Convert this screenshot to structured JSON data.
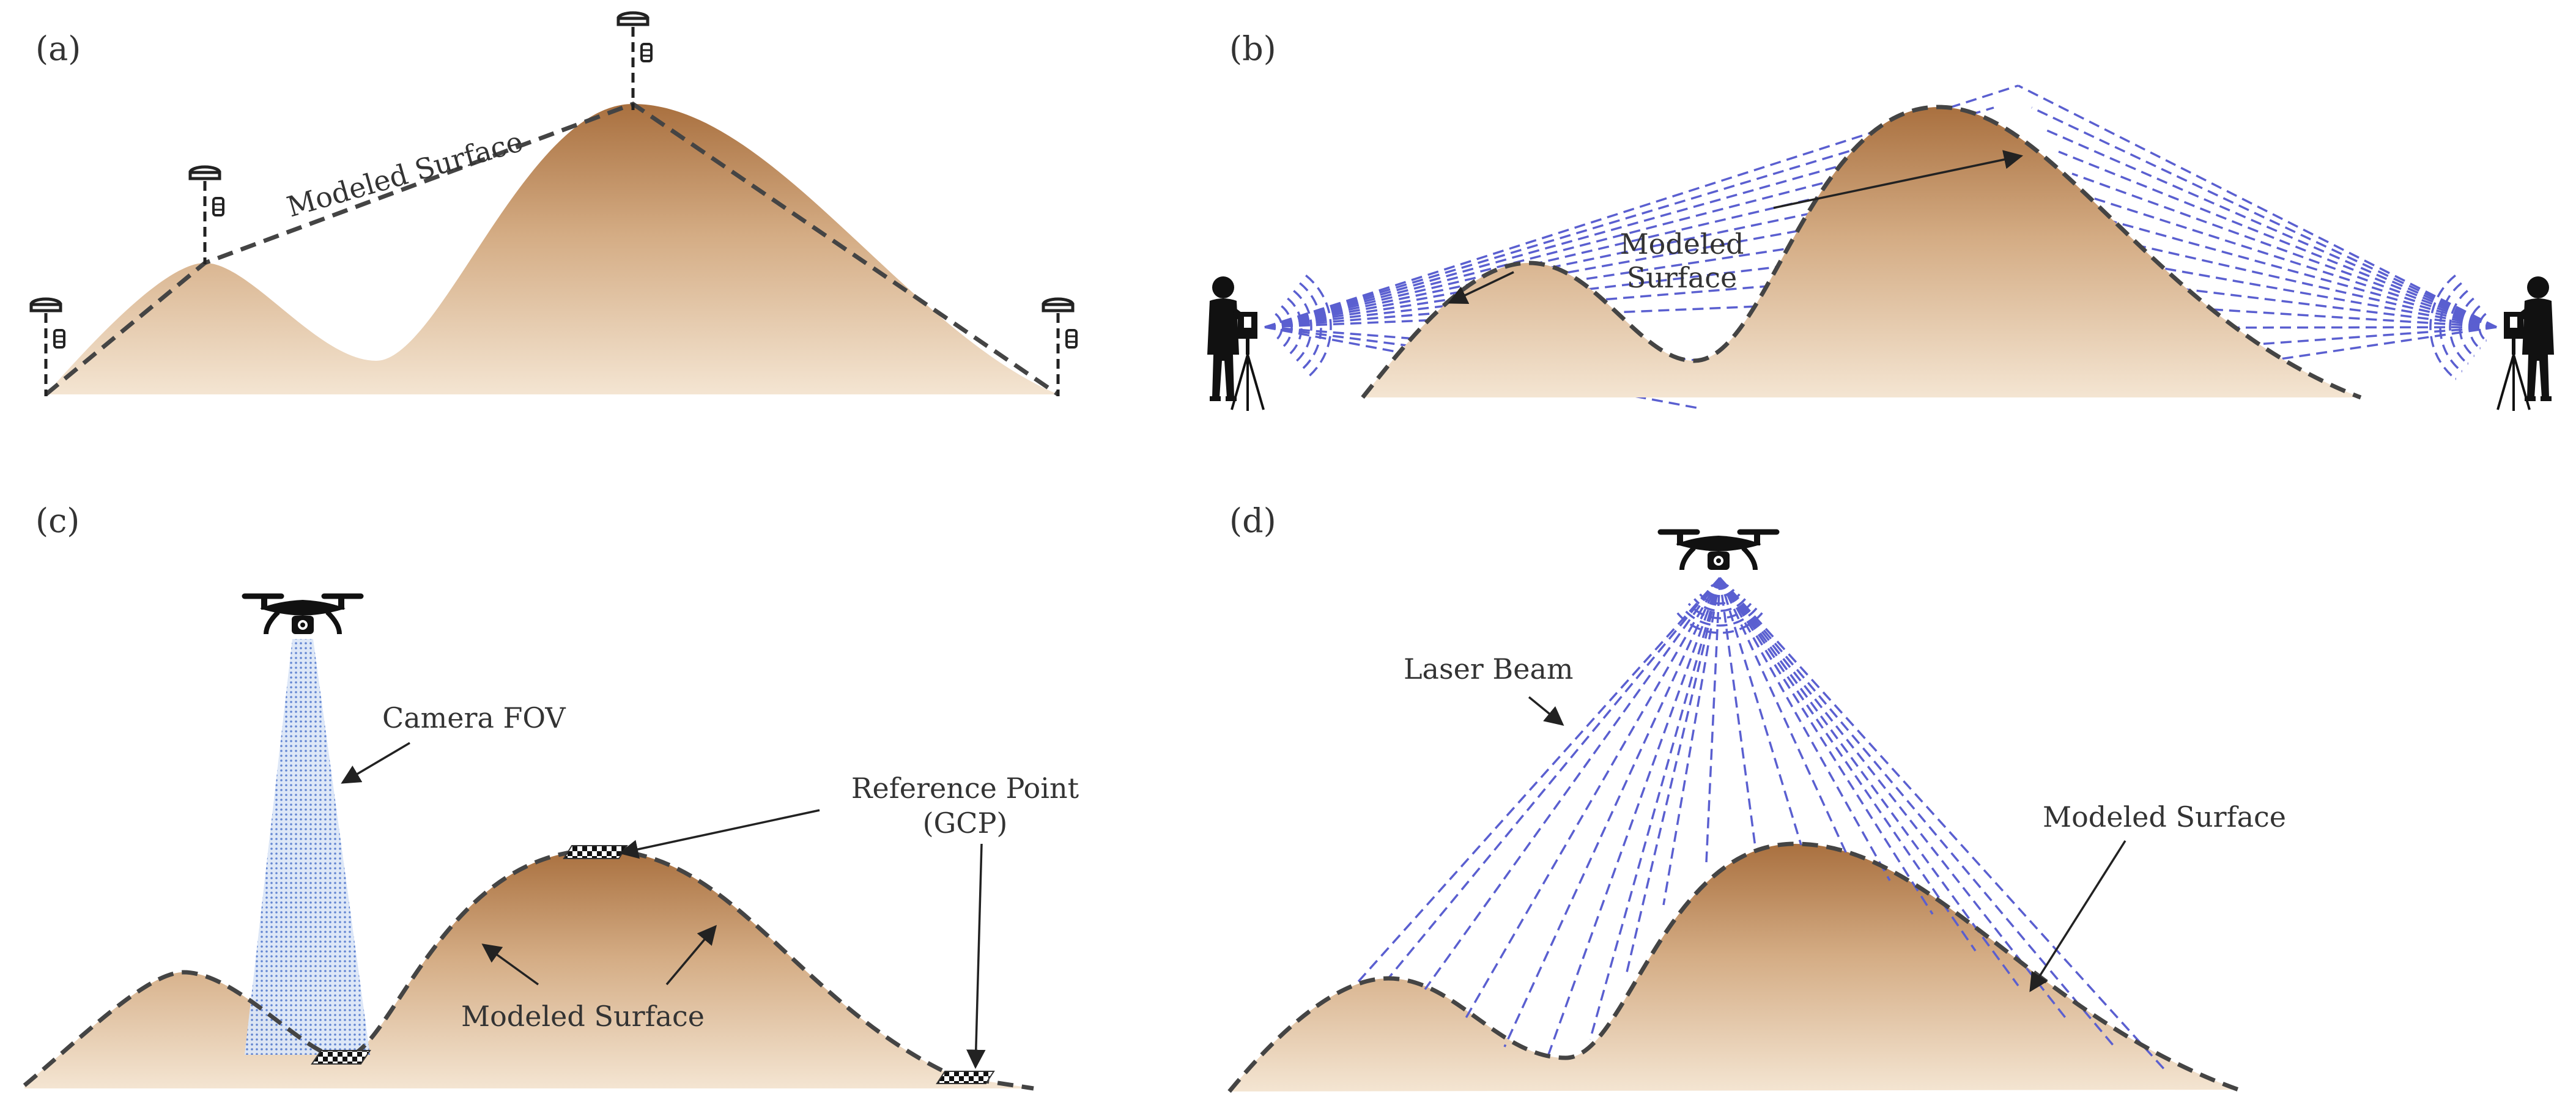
{
  "panels": [
    {
      "id": "a",
      "label": "(a)",
      "annotations": [
        "Modeled Surface"
      ]
    },
    {
      "id": "b",
      "label": "(b)",
      "annotations": [
        "Modeled",
        "Surface"
      ]
    },
    {
      "id": "c",
      "label": "(c)",
      "annotations": [
        "Camera FOV",
        "Reference Point",
        "(GCP)",
        "Modeled Surface"
      ]
    },
    {
      "id": "d",
      "label": "(d)",
      "annotations": [
        "Laser Beam",
        "Modeled Surface"
      ]
    }
  ],
  "icons": [
    "gnss-receiver-icon",
    "person-icon",
    "tripod-scanner-icon",
    "drone-icon",
    "checkerboard-target-icon"
  ],
  "colors": {
    "terrain_top": "#a9703f",
    "terrain_bottom": "#f2e2cd",
    "beam": "#5a5fd0",
    "dashed_surface": "#444444"
  }
}
